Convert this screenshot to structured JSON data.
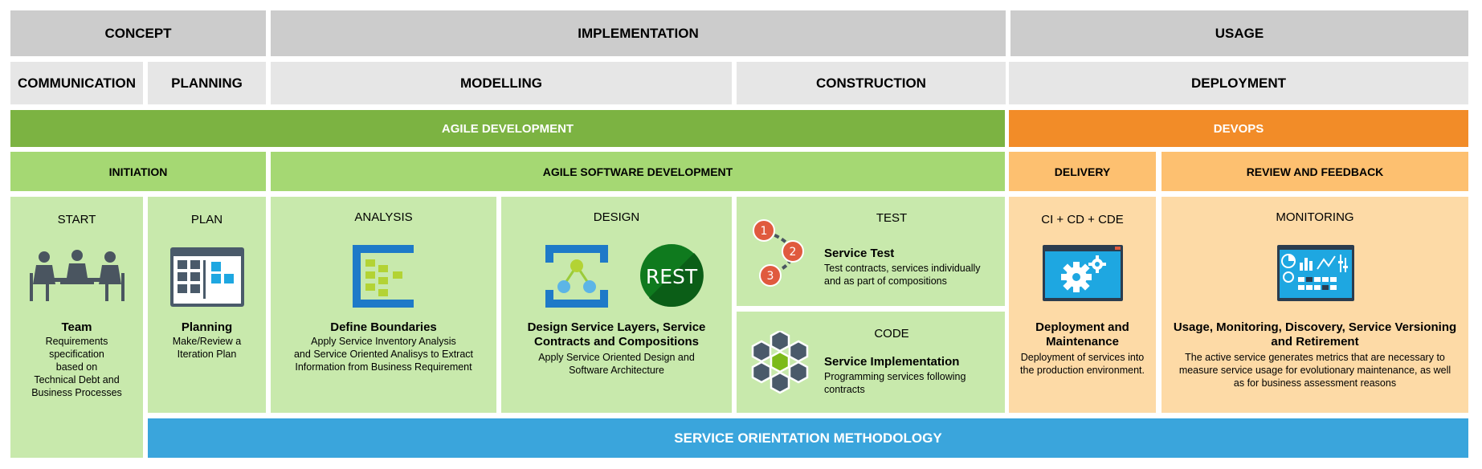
{
  "phases": {
    "concept": "CONCEPT",
    "implementation": "IMPLEMENTATION",
    "usage": "USAGE"
  },
  "stages": {
    "communication": "COMMUNICATION",
    "planning": "PLANNING",
    "modelling": "MODELLING",
    "construction": "CONSTRUCTION",
    "deployment": "DEPLOYMENT"
  },
  "methods": {
    "agile": "AGILE DEVELOPMENT",
    "devops": "DEVOPS"
  },
  "subheads": {
    "initiation": "INITIATION",
    "agile_software": "AGILE SOFTWARE DEVELOPMENT",
    "delivery": "DELIVERY",
    "review": "REVIEW AND FEEDBACK"
  },
  "cards": {
    "start": {
      "label": "START",
      "title": "Team",
      "desc": [
        "Requirements",
        "specification",
        "based on",
        "Technical Debt and",
        "Business Processes"
      ]
    },
    "plan": {
      "label": "PLAN",
      "title": "Planning",
      "desc": [
        "Make/Review a",
        "Iteration Plan"
      ]
    },
    "analysis": {
      "label": "ANALYSIS",
      "title": "Define Boundaries",
      "desc": [
        "Apply Service Inventory Analysis",
        "and Service Oriented Analisys to Extract",
        "Information from Business Requirement"
      ]
    },
    "design": {
      "label": "DESIGN",
      "title": [
        "Design Service Layers, Service",
        "Contracts and Compositions"
      ],
      "desc": [
        "Apply Service Oriented Design and",
        "Software Architecture"
      ],
      "rest_text": "REST"
    },
    "test": {
      "label": "TEST",
      "title": "Service Test",
      "desc": [
        "Test contracts, services individually",
        "and as part of  compositions"
      ],
      "steps": [
        "1",
        "2",
        "3"
      ]
    },
    "code": {
      "label": "CODE",
      "title": "Service Implementation",
      "desc": [
        "Programming services following",
        "contracts"
      ]
    },
    "cicd": {
      "label": "CI + CD + CDE",
      "title": [
        "Deployment and",
        "Maintenance"
      ],
      "desc": [
        "Deployment of services into",
        "the production environment."
      ]
    },
    "monitoring": {
      "label": "MONITORING",
      "title": [
        "Usage, Monitoring, Discovery, Service Versioning",
        "and Retirement"
      ],
      "desc": [
        "The active service generates metrics that are necessary to",
        "measure service usage for evolutionary maintenance, as well",
        "as for business assessment reasons"
      ]
    }
  },
  "footer": "SERVICE ORIENTATION METHODOLOGY",
  "icons": {
    "start": "team-meeting-icon",
    "plan": "calendar-plan-icon",
    "analysis": "boundary-analysis-icon",
    "design": "service-layers-icon",
    "rest": "rest-badge-icon",
    "test": "numbered-steps-icon",
    "code": "hexagon-cluster-icon",
    "cicd": "gear-window-icon",
    "monitoring": "dashboard-icon"
  },
  "colors": {
    "agile": "#7cb342",
    "devops": "#f28c28",
    "agile_light": "#c8e9ac",
    "devops_light": "#fddaa6",
    "footer": "#3aa5dc"
  }
}
